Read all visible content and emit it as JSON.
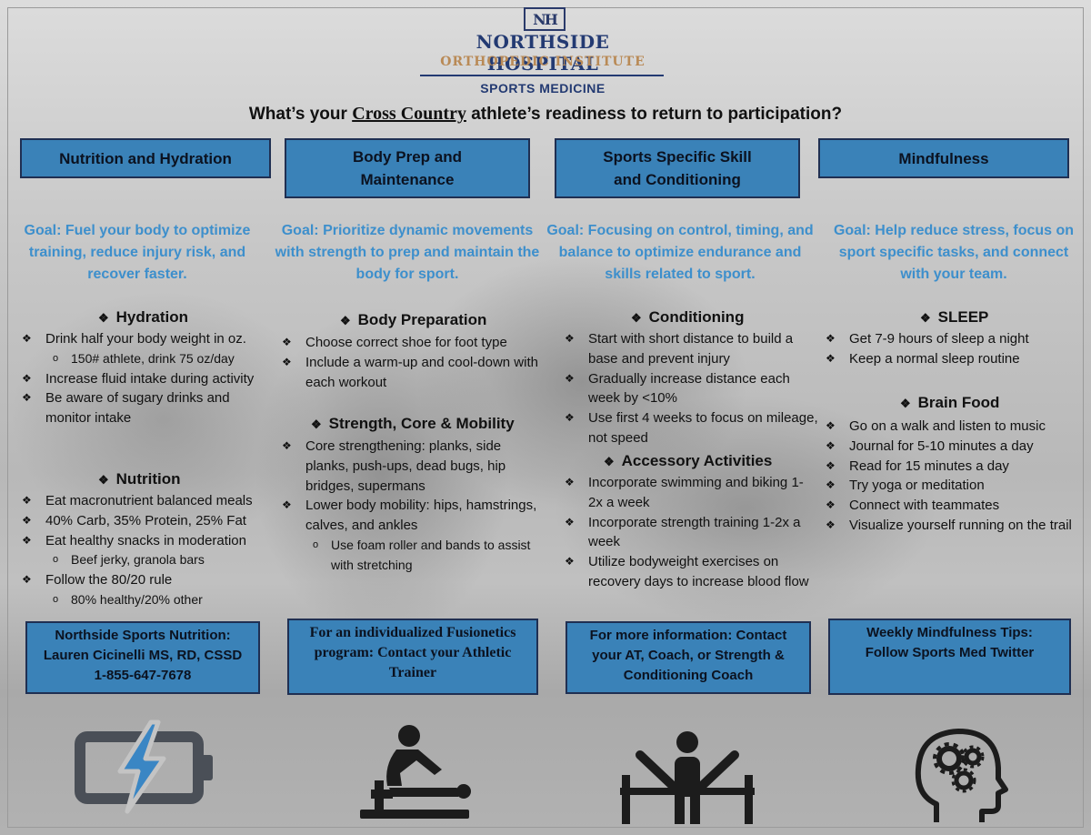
{
  "header": {
    "logo_mark": "NH",
    "brand_line1": "NORTHSIDE HOSPITAL",
    "brand_line2": "ORTHOPEDIC INSTITUTE",
    "brand_line3": "SPORTS MEDICINE",
    "headline_pre": "What’s your ",
    "headline_sport": "Cross Country",
    "headline_post": " athlete’s readiness to return to participation?"
  },
  "columns": [
    {
      "title": "Nutrition and Hydration",
      "goal": "Goal: Fuel your body to optimize training, reduce injury risk, and recover faster.",
      "sections": [
        {
          "title": "Hydration",
          "items": [
            {
              "text": "Drink half your body weight in oz.",
              "subs": [
                "150# athlete, drink 75 oz/day"
              ]
            },
            {
              "text": "Increase fluid intake during activity",
              "subs": []
            },
            {
              "text": "Be aware of sugary drinks and monitor intake",
              "subs": []
            }
          ]
        },
        {
          "title": "Nutrition",
          "items": [
            {
              "text": "Eat macronutrient balanced meals",
              "subs": []
            },
            {
              "text": "40% Carb, 35% Protein, 25% Fat",
              "subs": []
            },
            {
              "text": "Eat healthy snacks in moderation",
              "subs": [
                "Beef jerky, granola bars"
              ]
            },
            {
              "text": "Follow the 80/20 rule",
              "subs": [
                "80% healthy/20% other"
              ]
            }
          ]
        }
      ],
      "footer": "Northside Sports Nutrition: Lauren Cicinelli MS, RD, CSSD 1-855-647-7678"
    },
    {
      "title": "Body Prep and Maintenance",
      "goal": "Goal: Prioritize dynamic movements with strength to prep and maintain the body for sport.",
      "sections": [
        {
          "title": "Body Preparation",
          "items": [
            {
              "text": "Choose correct shoe for foot type",
              "subs": []
            },
            {
              "text": "Include a warm-up and cool-down with each workout",
              "subs": []
            }
          ]
        },
        {
          "title": "Strength, Core & Mobility",
          "items": [
            {
              "text": "Core strengthening: planks, side planks, push-ups, dead bugs, hip bridges, supermans",
              "subs": []
            },
            {
              "text": "Lower body mobility: hips, hamstrings, calves, and ankles",
              "subs": [
                "Use foam roller and bands to assist with stretching"
              ]
            }
          ]
        }
      ],
      "footer": "For an individualized Fusionetics program: Contact your Athletic Trainer"
    },
    {
      "title": "Sports Specific Skill and Conditioning",
      "goal": "Goal: Focusing on control, timing, and balance to optimize endurance and skills related to sport.",
      "sections": [
        {
          "title": "Conditioning",
          "items": [
            {
              "text": "Start with short distance to build a base and prevent injury",
              "subs": []
            },
            {
              "text": "Gradually increase distance each week by <10%",
              "subs": []
            },
            {
              "text": "Use first 4 weeks to focus on mileage, not speed",
              "subs": []
            }
          ]
        },
        {
          "title": "Accessory Activities",
          "items": [
            {
              "text": "Incorporate swimming and biking 1-2x a week",
              "subs": []
            },
            {
              "text": "Incorporate strength training 1-2x a week",
              "subs": []
            },
            {
              "text": "Utilize bodyweight exercises on recovery days to increase blood flow",
              "subs": []
            }
          ]
        }
      ],
      "footer": "For more information: Contact your AT, Coach, or Strength & Conditioning Coach"
    },
    {
      "title": "Mindfulness",
      "goal": "Goal: Help reduce stress, focus on sport specific tasks, and connect with your team.",
      "sections": [
        {
          "title": "SLEEP",
          "items": [
            {
              "text": "Get 7-9 hours of sleep a night",
              "subs": []
            },
            {
              "text": "Keep a normal sleep routine",
              "subs": []
            }
          ]
        },
        {
          "title": "Brain Food",
          "items": [
            {
              "text": "Go on a walk and listen to music",
              "subs": []
            },
            {
              "text": "Journal for 5-10 minutes a day",
              "subs": []
            },
            {
              "text": "Read for 15 minutes a day",
              "subs": []
            },
            {
              "text": "Try yoga or meditation",
              "subs": []
            },
            {
              "text": "Connect with teammates",
              "subs": []
            },
            {
              "text": "Visualize yourself running on the trail",
              "subs": []
            }
          ]
        }
      ],
      "footer": "Weekly Mindfulness Tips: Follow Sports Med Twitter"
    }
  ],
  "icons": [
    "battery-bolt-icon",
    "massage-therapy-icon",
    "weightlifting-icon",
    "head-gears-icon"
  ],
  "colors": {
    "box_fill": "#3a82b8",
    "box_border": "#1f2f52",
    "goal_text": "#3d8fcc",
    "brand_navy": "#233a72",
    "brand_tan": "#b98a56",
    "icon_bolt": "#3a86c4",
    "icon_dark": "#1c1c1c"
  }
}
